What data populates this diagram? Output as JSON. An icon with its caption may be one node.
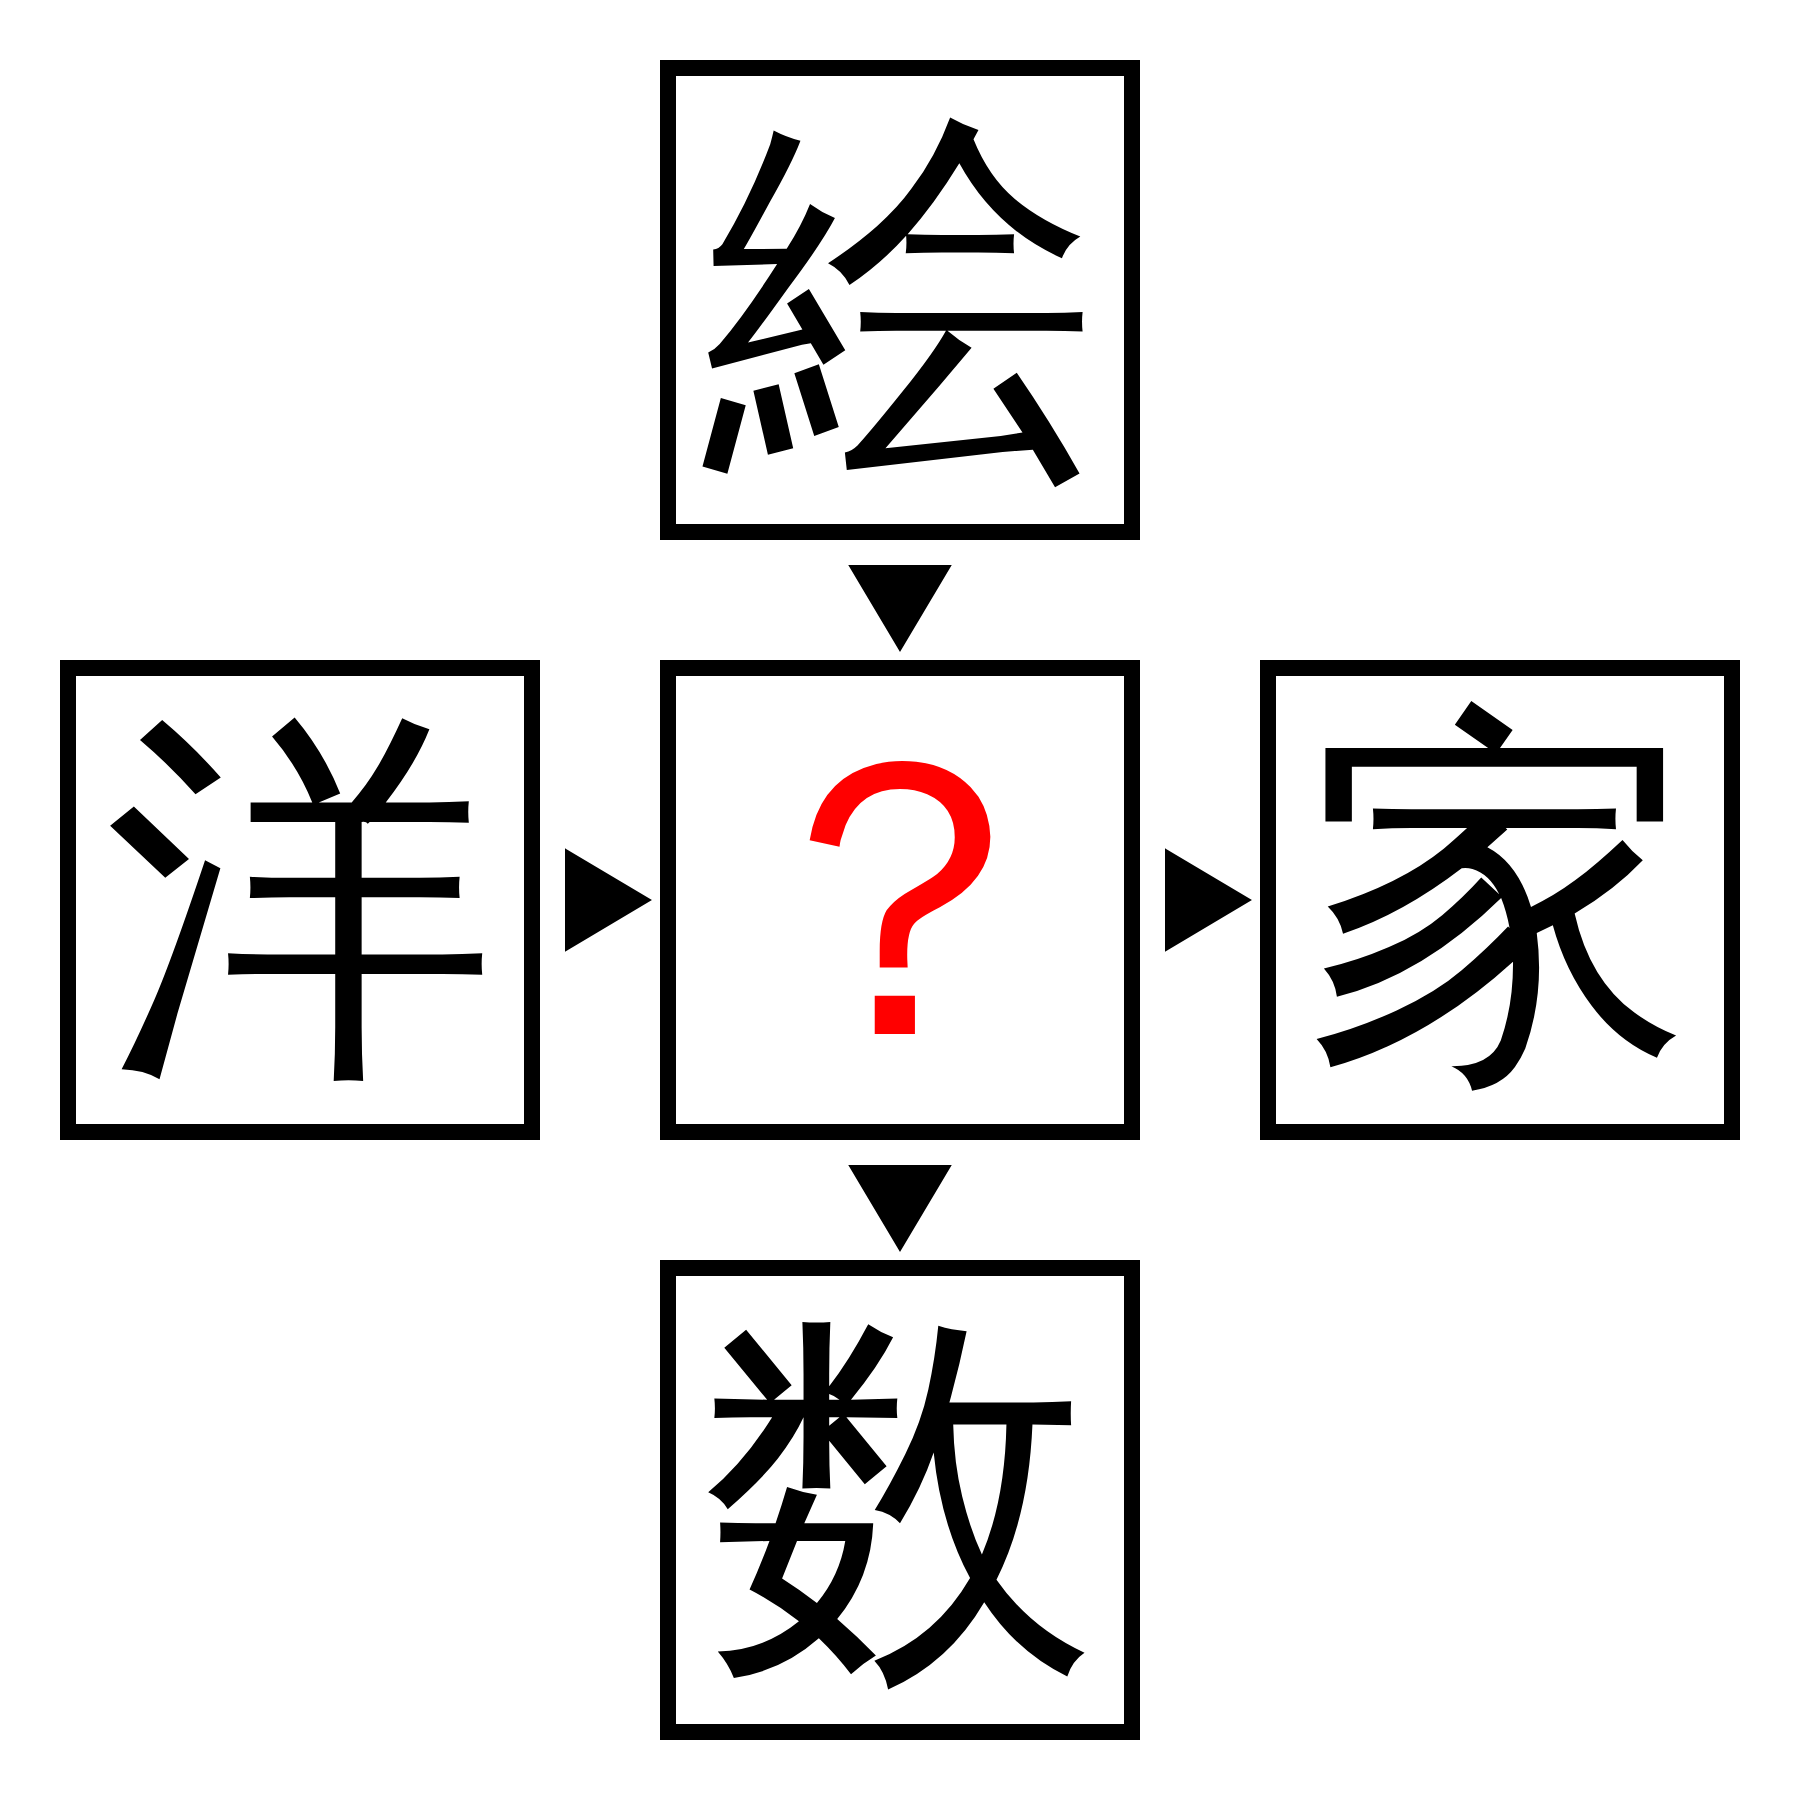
{
  "diagram": {
    "nodes": [
      {
        "text": [
          "絵"
        ]
      },
      {
        "text": [
          "洋"
        ]
      },
      {
        "text": [
          "？"
        ]
      },
      {
        "text": [
          "家"
        ]
      },
      {
        "text": [
          "数"
        ]
      }
    ],
    "edges": [
      {
        "from": 0,
        "to": 2,
        "arrow": "to"
      },
      {
        "from": 1,
        "to": 2,
        "arrow": "to"
      },
      {
        "from": 2,
        "to": 3,
        "arrow": "to"
      },
      {
        "from": 2,
        "to": 4,
        "arrow": "to"
      }
    ]
  }
}
